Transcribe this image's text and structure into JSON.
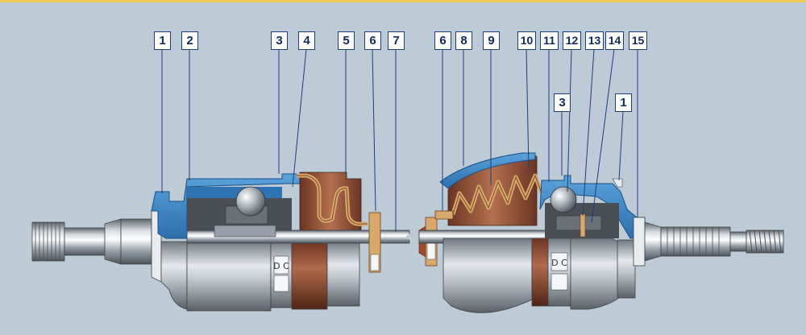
{
  "diagram": {
    "callouts": [
      {
        "id": "c1a",
        "text": "1"
      },
      {
        "id": "c2",
        "text": "2"
      },
      {
        "id": "c3a",
        "text": "3"
      },
      {
        "id": "c4",
        "text": "4"
      },
      {
        "id": "c5",
        "text": "5"
      },
      {
        "id": "c6a",
        "text": "6"
      },
      {
        "id": "c7",
        "text": "7"
      },
      {
        "id": "c6b",
        "text": "6"
      },
      {
        "id": "c8",
        "text": "8"
      },
      {
        "id": "c9",
        "text": "9"
      },
      {
        "id": "c10",
        "text": "10"
      },
      {
        "id": "c11",
        "text": "11"
      },
      {
        "id": "c12",
        "text": "12"
      },
      {
        "id": "c13",
        "text": "13"
      },
      {
        "id": "c14",
        "text": "14"
      },
      {
        "id": "c15",
        "text": "15"
      },
      {
        "id": "c3b",
        "text": "3"
      },
      {
        "id": "c1b",
        "text": "1"
      }
    ],
    "colors": {
      "background": "#bccbd6",
      "callout_border": "#1f3f7a",
      "housing_blue": "#3a86c8",
      "boot_brown": "#8a4a33",
      "clamp_tan": "#d9a86b",
      "steel": "#8d969e"
    }
  }
}
